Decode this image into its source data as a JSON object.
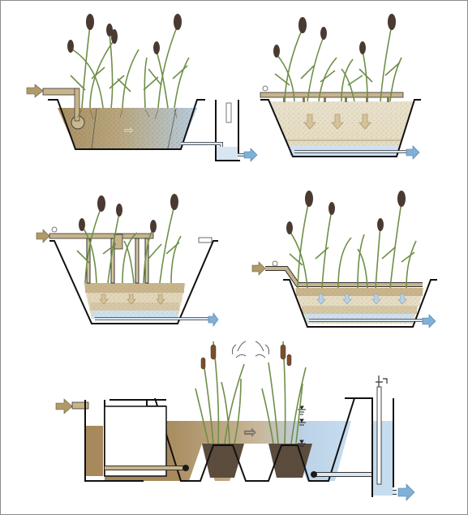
{
  "figure": {
    "panels": [
      {
        "id": "panel-1",
        "kind": "horizontal-subsurface-flow reed bed"
      },
      {
        "id": "panel-2",
        "kind": "vertical-flow reed bed"
      },
      {
        "id": "panel-3",
        "kind": "vertical-flow reed bed with distribution pipes"
      },
      {
        "id": "panel-4",
        "kind": "vertical-flow reed bed, shallow"
      },
      {
        "id": "panel-5",
        "kind": "free-water-surface wetland with cattails"
      }
    ],
    "colors": {
      "inflow_arrow": "#b09a6a",
      "outflow_arrow": "#7fb0d8",
      "sediment": "#bfa57a",
      "gravel": "#d8cfb4",
      "water": "#c9def0",
      "reed": "#7b9a52",
      "reed_head": "#4a3a32",
      "outline": "#1a1a1a"
    }
  }
}
